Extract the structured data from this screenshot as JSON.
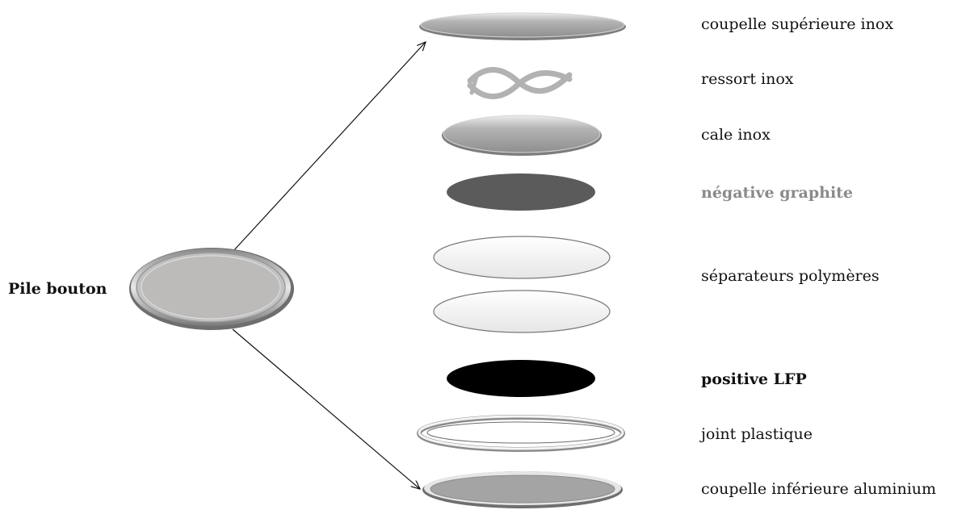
{
  "diagram": {
    "main_label": "Pile bouton",
    "layers": [
      {
        "id": "coupelle-superieure",
        "label": "coupelle supérieure inox",
        "style": "normal",
        "fill": "#a9a9a9"
      },
      {
        "id": "ressort",
        "label": "ressort inox",
        "style": "normal",
        "fill": "#b0b0b0"
      },
      {
        "id": "cale",
        "label": "cale inox",
        "style": "normal",
        "fill": "#a9a9a9"
      },
      {
        "id": "negative",
        "label": "négative graphite",
        "style": "grey",
        "fill": "#5b5b5b"
      },
      {
        "id": "separateurs",
        "label": "séparateurs polymères",
        "style": "normal",
        "fill": "#f2f2f2"
      },
      {
        "id": "positive",
        "label": "positive LFP",
        "style": "bold",
        "fill": "#000000"
      },
      {
        "id": "joint",
        "label": "joint plastique",
        "style": "normal",
        "fill": "#ffffff"
      },
      {
        "id": "coupelle-inferieure",
        "label": "coupelle inférieure aluminium",
        "style": "normal",
        "fill": "#a4a4a4"
      }
    ],
    "colors": {
      "steel_light": "#ebebeb",
      "steel": "#a9a9a9",
      "graphite": "#5b5b5b",
      "separator": "#f2f2f2",
      "lfp": "#000000",
      "arrow": "#111111",
      "grey_text": "#8a8a8a"
    }
  }
}
